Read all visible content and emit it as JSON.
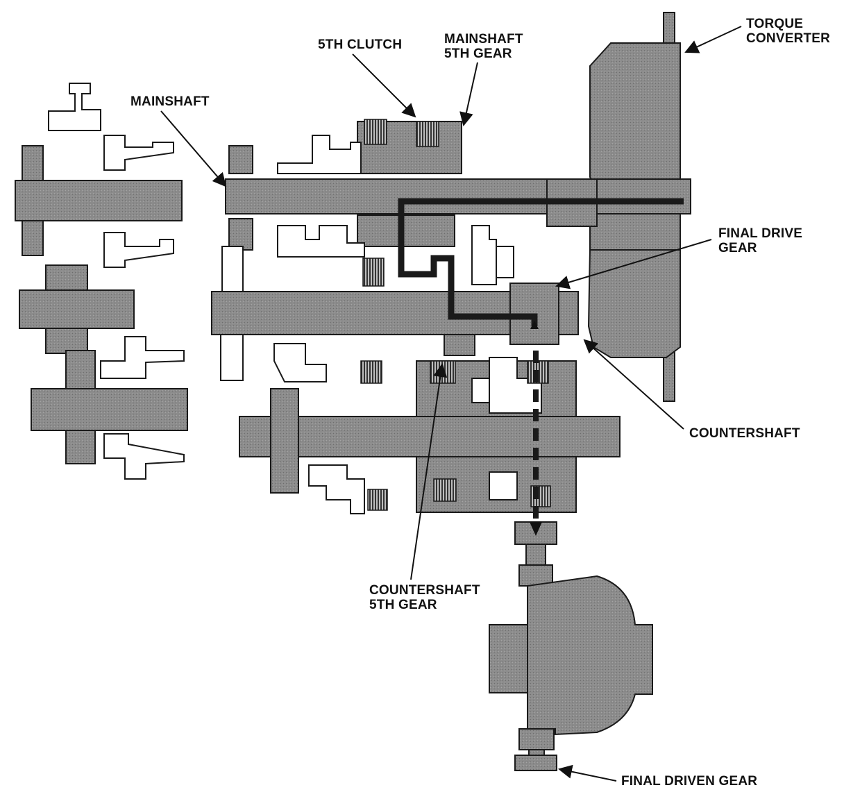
{
  "labels": {
    "torque_converter": [
      "TORQUE",
      "CONVERTER"
    ],
    "fifth_clutch": [
      "5TH CLUTCH"
    ],
    "mainshaft_fifth_gear": [
      "MAINSHAFT",
      "5TH GEAR"
    ],
    "mainshaft": [
      "MAINSHAFT"
    ],
    "final_drive_gear": [
      "FINAL DRIVE",
      "GEAR"
    ],
    "countershaft": [
      "COUNTERSHAFT"
    ],
    "countershaft_fifth_gear": [
      "COUNTERSHAFT",
      "5TH GEAR"
    ],
    "final_driven_gear": [
      "FINAL DRIVEN GEAR"
    ]
  },
  "colors": {
    "component_fill": "#8a8a8a",
    "component_dark": "#555555",
    "outline": "#1a1a1a",
    "power_flow": "#1a1a1a",
    "background": "#ffffff"
  }
}
